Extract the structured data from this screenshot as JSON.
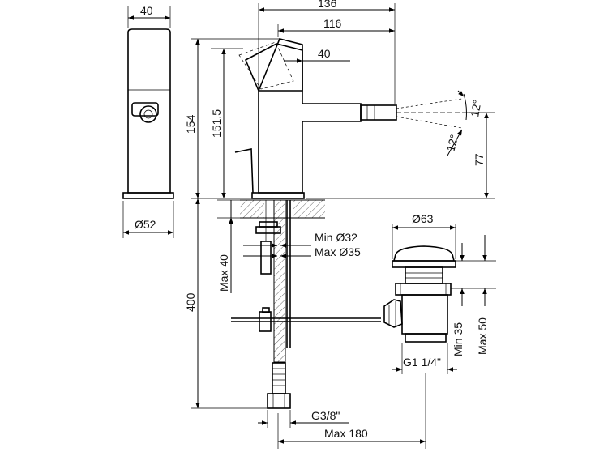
{
  "drawing": {
    "dimensions": {
      "side_width": "40",
      "total_length": "136",
      "spout_length": "116",
      "lever_width": "40",
      "total_height": "154",
      "spout_height": "151.5",
      "spray_angle_top": "12°",
      "spray_angle_bottom": "12°",
      "outlet_height": "77",
      "base_diameter": "Ø52",
      "hole_diameter": "Ø63",
      "deck_hole_min": "Min Ø32",
      "deck_hole_max": "Max Ø35",
      "deck_max": "Max 40",
      "hose_length": "400",
      "waste_min": "Min 35",
      "waste_max": "Max 50",
      "waste_thread": "G1 1/4\"",
      "inlet_thread": "G3/8\"",
      "rod_max": "Max 180"
    }
  }
}
